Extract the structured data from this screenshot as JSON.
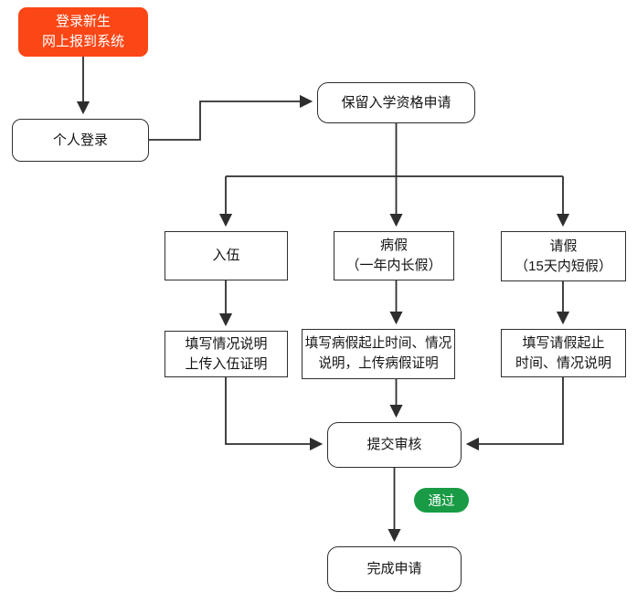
{
  "colors": {
    "accent_orange": "#fb4616",
    "badge_green": "#189b44",
    "line_color": "#2e2e2e"
  },
  "flowchart": {
    "start": "登录新生\n网上报到系统",
    "personal_login": "个人登录",
    "retain_application": "保留入学资格申请",
    "branch_enlist": "入伍",
    "branch_sick_leave": "病假\n（一年内长假）",
    "branch_short_leave": "请假\n（15天内短假）",
    "desc_enlist": "填写情况说明\n上传入伍证明",
    "desc_sick_leave": "填写病假起止时间、情况\n说明，上传病假证明",
    "desc_short_leave": "填写请假起止\n时间、情况说明",
    "submit_review": "提交审核",
    "pass_badge": "通过",
    "complete": "完成申请"
  }
}
